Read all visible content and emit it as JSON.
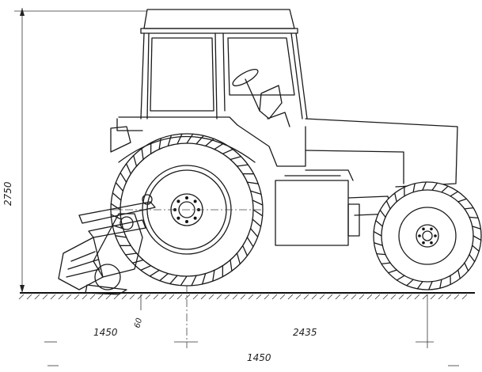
{
  "dimensions": {
    "height": "2750",
    "offset_small": "60",
    "rear_overhang": "1450",
    "wheelbase": "2435",
    "track": "1450"
  }
}
